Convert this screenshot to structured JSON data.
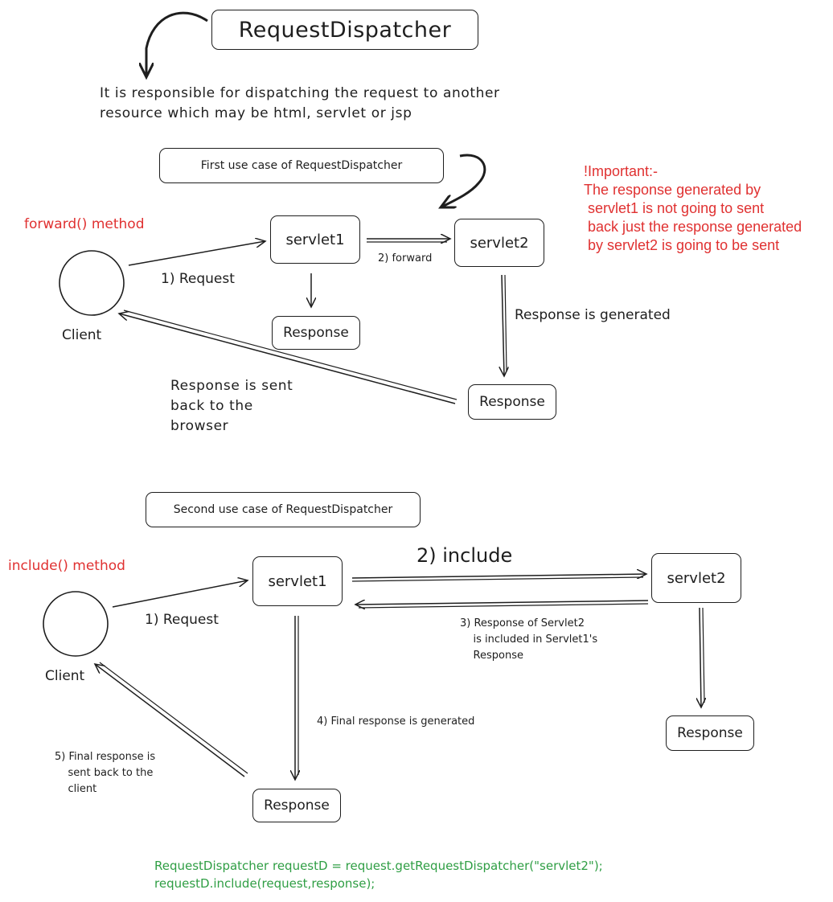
{
  "title": "RequestDispatcher",
  "description": "It is responsible for dispatching the request to another\nresource which may be html, servlet or jsp",
  "section1": {
    "heading": "First use case of RequestDispatcher",
    "method_label": "forward() method",
    "client_label": "Client",
    "servlet1": "servlet1",
    "servlet2": "servlet2",
    "response1": "Response",
    "response2": "Response",
    "request_label": "1) Request",
    "forward_label": "2) forward",
    "generated_label": "Response is generated",
    "sent_back_label": "Response is sent\nback to the\nbrowser"
  },
  "important_note": "!Important:-\nThe response generated by\n servlet1 is not going to sent\n back just the response generated\n by servlet2 is going to be sent",
  "section2": {
    "heading": "Second use case of RequestDispatcher",
    "method_label": "include() method",
    "client_label": "Client",
    "servlet1": "servlet1",
    "servlet2": "servlet2",
    "response_servlet2": "Response",
    "response_final": "Response",
    "request_label": "1) Request",
    "include_label": "2) include",
    "included_label": "3) Response of Servlet2\n    is included in Servlet1's\n    Response",
    "final_generated_label": "4) Final response is generated",
    "final_sent_label": "5) Final response is\n    sent back to the\n    client"
  },
  "code": "RequestDispatcher requestD = request.getRequestDispatcher(\"servlet2\");\nrequestD.include(request,response);",
  "colors": {
    "ink": "#1e1e1e",
    "red": "#e03131",
    "green": "#2f9e44"
  }
}
